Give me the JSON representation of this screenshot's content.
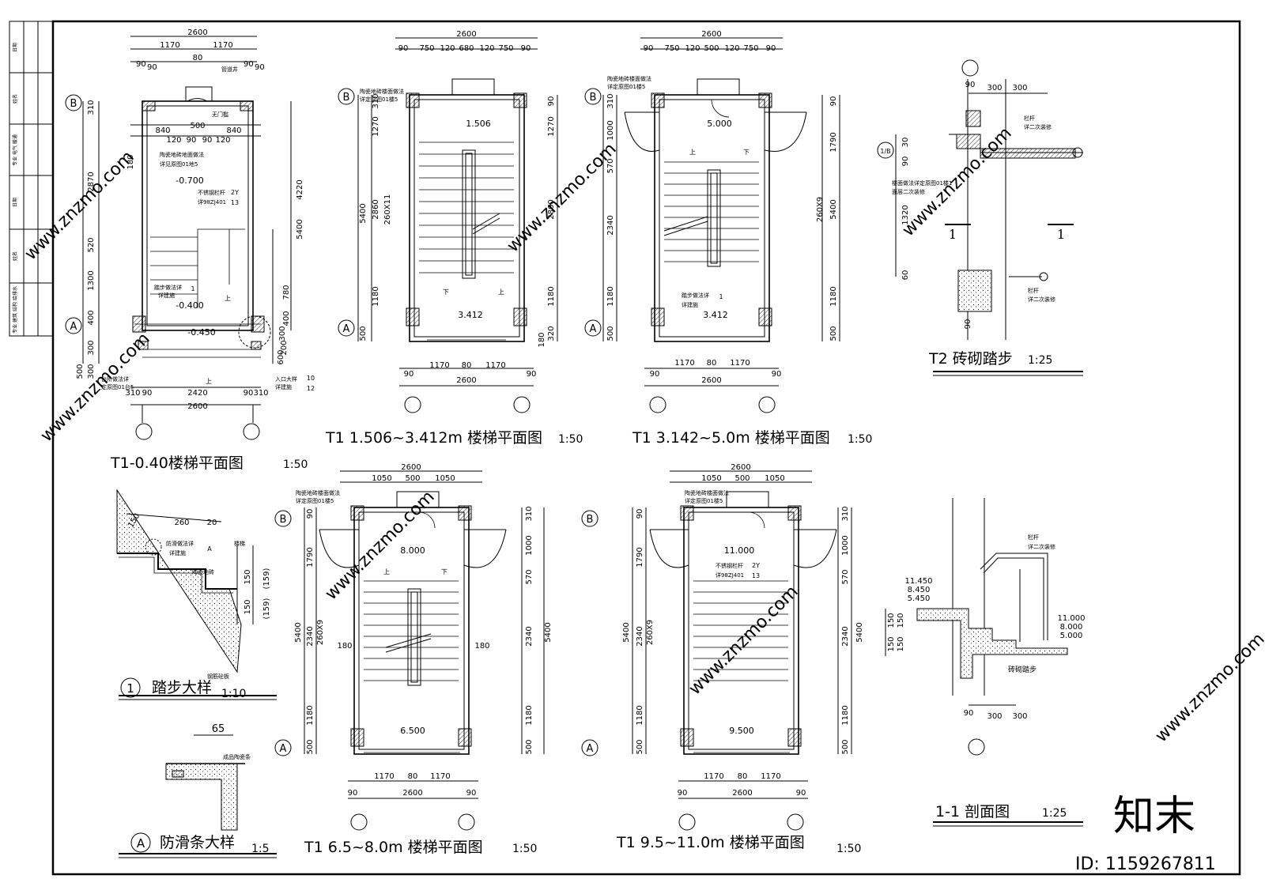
{
  "title_block": [
    "日期",
    "姓名",
    "专业 电气 暖通",
    "日期",
    "姓名",
    "专业 建筑 结构 给排水"
  ],
  "axes": {
    "A": "A",
    "B": "B",
    "half": "1/B"
  },
  "plan1": {
    "title": "T1-0.40楼梯平面图",
    "scale": "1:50",
    "dims_top": [
      "2600",
      "1170",
      "1170",
      "80",
      "90",
      "90",
      "90",
      "90"
    ],
    "dims_inner": [
      "840",
      "500",
      "840",
      "120",
      "90",
      "90",
      "120"
    ],
    "dims_left": [
      "310",
      "2870",
      "520",
      "1300",
      "400",
      "300",
      "300",
      "500",
      "180"
    ],
    "dims_right": [
      "4220",
      "5400",
      "780",
      "400",
      "300",
      "600",
      "200"
    ],
    "dims_bottom": [
      "310",
      "90",
      "2420",
      "90",
      "310",
      "2600"
    ],
    "levels": [
      "-0.700",
      "-0.400",
      "-0.450"
    ],
    "notes": [
      "管道井",
      "无门槛",
      "陶瓷地砖地面做法",
      "详见原图01地5",
      "不锈钢栏杆",
      "详98ZJ401",
      "踏步做法详",
      "详建施",
      "台阶做法详",
      "定原图01台5",
      "入口大样",
      "详建施",
      "上",
      "上"
    ],
    "tags": [
      "2Y",
      "13",
      "1",
      "10",
      "12"
    ]
  },
  "plan2": {
    "title": "T1 1.506~3.412m 楼梯平面图",
    "scale": "1:50",
    "dims_top": [
      "2600",
      "90",
      "750",
      "120",
      "680",
      "120",
      "750",
      "90"
    ],
    "dims_left": [
      "5400",
      "1270",
      "2860",
      "260X11",
      "1180",
      "500",
      "310"
    ],
    "dims_right": [
      "90",
      "1270",
      "2860",
      "1180",
      "180",
      "320"
    ],
    "dims_bottom": [
      "1170",
      "80",
      "1170",
      "90",
      "90",
      "2600"
    ],
    "levels": [
      "1.506",
      "3.412"
    ],
    "notes": [
      "陶瓷地砖楼面做法",
      "详定原图01楼5",
      "下",
      "上"
    ]
  },
  "plan3": {
    "title": "T1 3.142~5.0m 楼梯平面图",
    "scale": "1:50",
    "dims_top": [
      "2600",
      "90",
      "750",
      "120",
      "500",
      "120",
      "750",
      "90"
    ],
    "dims_left": [
      "310",
      "1000",
      "570",
      "2340",
      "1180",
      "500"
    ],
    "dims_right": [
      "90",
      "1790",
      "260X9",
      "5400",
      "1180",
      "500"
    ],
    "dims_bottom": [
      "1170",
      "80",
      "1170",
      "90",
      "90",
      "2600"
    ],
    "levels": [
      "5.000",
      "3.412"
    ],
    "notes": [
      "陶瓷地砖楼面做法",
      "详定原图01楼5",
      "上",
      "下",
      "踏步做法详",
      "详建施"
    ],
    "tags": [
      "1"
    ]
  },
  "plan4": {
    "title": "T1 6.5~8.0m 楼梯平面图",
    "scale": "1:50",
    "dims_top": [
      "2600",
      "1050",
      "500",
      "1050"
    ],
    "dims_left": [
      "90",
      "1790",
      "5400",
      "260X9",
      "2340",
      "1180",
      "500",
      "180"
    ],
    "dims_right": [
      "310",
      "1000",
      "570",
      "2340",
      "5400",
      "1180",
      "500",
      "180"
    ],
    "dims_bottom": [
      "1170",
      "80",
      "1170",
      "90",
      "90",
      "2600"
    ],
    "levels": [
      "8.000",
      "6.500"
    ],
    "notes": [
      "陶瓷地砖楼面做法",
      "详定原图01楼5",
      "上",
      "下"
    ]
  },
  "plan5": {
    "title": "T1 9.5~11.0m 楼梯平面图",
    "scale": "1:50",
    "dims_top": [
      "2600",
      "1050",
      "500",
      "1050"
    ],
    "dims_left": [
      "90",
      "1790",
      "5400",
      "2340",
      "260X9",
      "1180",
      "500"
    ],
    "dims_right": [
      "310",
      "1000",
      "570",
      "2340",
      "5400",
      "1180",
      "500"
    ],
    "dims_bottom": [
      "1170",
      "80",
      "1170",
      "90",
      "90",
      "2600"
    ],
    "levels": [
      "11.000",
      "9.500"
    ],
    "notes": [
      "陶瓷地砖楼面做法",
      "详定原图01楼5",
      "不锈钢栏杆",
      "详98ZJ401"
    ],
    "tags": [
      "2Y",
      "13"
    ]
  },
  "t2": {
    "title": "T2 砖砌踏步",
    "scale": "1:25",
    "dims": [
      "90",
      "300",
      "300",
      "30",
      "90",
      "1320",
      "60",
      "90"
    ],
    "notes": [
      "栏杆",
      "详二次装修",
      "楼面做法详定原图01楼1",
      "面层二次装修",
      "栏杆",
      "详二次装修"
    ],
    "cut": [
      "1",
      "1"
    ]
  },
  "d1": {
    "title": "踏步大样",
    "num": "1",
    "scale": "1:10",
    "dims": [
      "150",
      "260",
      "20",
      "150",
      "150",
      "(159)",
      "(159)"
    ],
    "notes": [
      "防滑做法详",
      "详建施",
      "楼梯",
      "陶瓷地砖",
      "钢筋砼板"
    ],
    "tag": "A"
  },
  "dA": {
    "title": "防滑条大样",
    "num": "A",
    "scale": "1:5",
    "dims": [
      "65"
    ],
    "notes": [
      "成品陶瓷条"
    ]
  },
  "s11": {
    "title": "1-1 剖面图",
    "scale": "1:25",
    "levels_left": [
      "11.450",
      "8.450",
      "5.450"
    ],
    "levels_right": [
      "11.000",
      "8.000",
      "5.000"
    ],
    "dims": [
      "150",
      "150",
      "150",
      "150",
      "90",
      "300",
      "300"
    ],
    "notes": [
      "栏杆",
      "详二次装修",
      "砖砌踏步"
    ]
  },
  "watermark": {
    "logo": "知末",
    "id": "ID: 1159267811",
    "site": "www.znzmo.com"
  }
}
